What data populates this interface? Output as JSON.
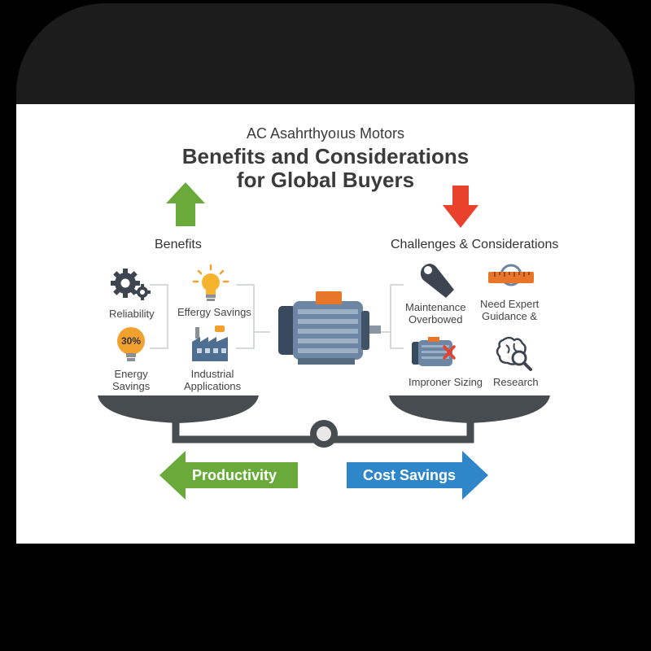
{
  "header": {
    "subtitle": "AC Asahrthyoıus Motors",
    "title_line1": "Benefits and Considerations",
    "title_line2": "for Global Buyers"
  },
  "benefits": {
    "heading": "Benefits",
    "items": [
      {
        "label": "Reliability",
        "icon": "gears-icon"
      },
      {
        "label": "Effergy Savings",
        "icon": "lightbulb-icon"
      },
      {
        "label_line1": "Energy",
        "label_line2": "Savings",
        "badge": "30%",
        "icon": "energy-badge-icon"
      },
      {
        "label_line1": "Industrial",
        "label_line2": "Applications",
        "icon": "factory-icon"
      }
    ]
  },
  "challenges": {
    "heading": "Challenges & Considerations",
    "items": [
      {
        "label_line1": "Maintenance",
        "label_line2": "Overbowed",
        "icon": "wrench-icon"
      },
      {
        "label_line1": "Need Expert",
        "label_line2": "Guidance &",
        "icon": "gauge-icon"
      },
      {
        "label": "Improner Sizing",
        "icon": "motor-x-icon"
      },
      {
        "label": "Research",
        "icon": "brain-magnifier-icon"
      }
    ]
  },
  "arrows": {
    "left_label": "Productivity",
    "right_label": "Cost Savings"
  },
  "colors": {
    "benefit_green": "#6aaa3a",
    "challenge_red": "#e8412c",
    "cost_blue": "#2f86c8",
    "motor_blue": "#4f6f92",
    "motor_orange": "#e8762a",
    "scale_dark": "#474c51",
    "icon_dark": "#3d4650",
    "icon_orange": "#f2a12e"
  }
}
